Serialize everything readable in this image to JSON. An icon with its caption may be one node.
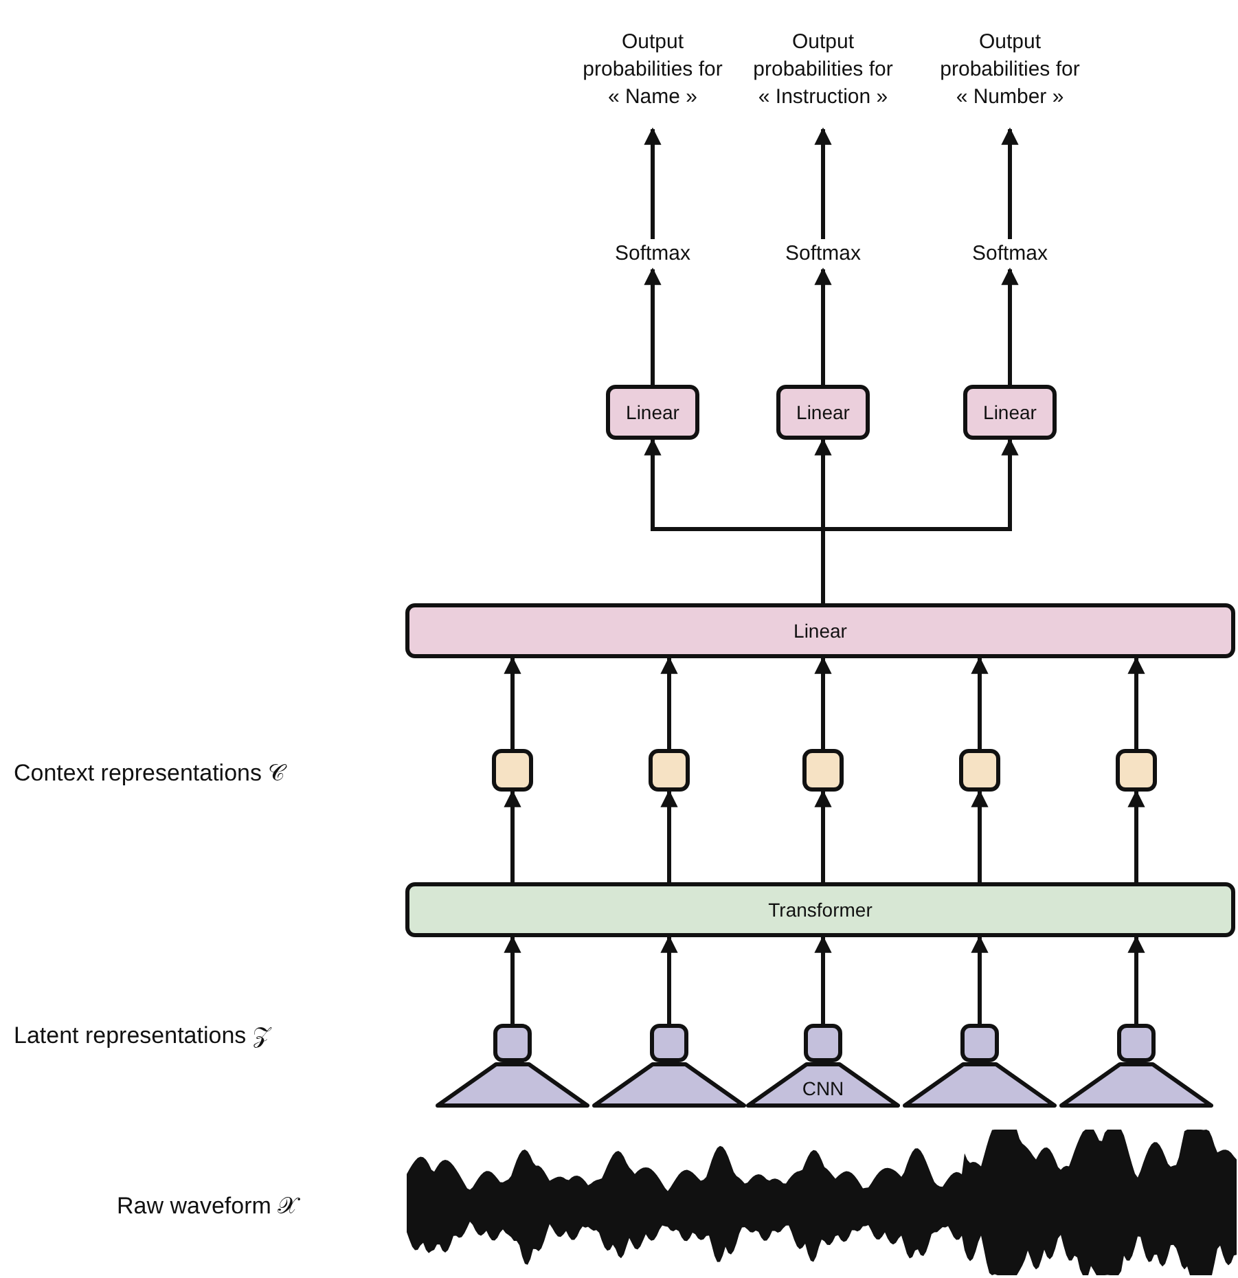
{
  "diagram": {
    "nodes": [
      {
        "text": [
          "Output probabilities for « Name »"
        ]
      },
      {
        "text": [
          "Output probabilities for « Instruction »"
        ]
      },
      {
        "text": [
          "Output probabilities for « Number »"
        ]
      },
      {
        "text": [
          "Softmax"
        ]
      },
      {
        "text": [
          "Softmax"
        ]
      },
      {
        "text": [
          "Softmax"
        ]
      },
      {
        "text": [
          "Linear"
        ]
      },
      {
        "text": [
          "Linear"
        ]
      },
      {
        "text": [
          "Linear"
        ]
      },
      {
        "text": [
          "Linear"
        ]
      },
      {
        "text": [],
        "shape": "box"
      },
      {
        "text": [],
        "shape": "box"
      },
      {
        "text": [],
        "shape": "box"
      },
      {
        "text": [],
        "shape": "box"
      },
      {
        "text": [],
        "shape": "box"
      },
      {
        "text": [
          "Transformer"
        ]
      },
      {
        "text": [],
        "shape": "box"
      },
      {
        "text": [],
        "shape": "box"
      },
      {
        "text": [],
        "shape": "box"
      },
      {
        "text": [],
        "shape": "box"
      },
      {
        "text": [],
        "shape": "box"
      },
      {
        "text": [],
        "shape": "triangle"
      },
      {
        "text": [],
        "shape": "triangle"
      },
      {
        "text": [
          "CNN"
        ]
      },
      {
        "text": [],
        "shape": "triangle"
      },
      {
        "text": [],
        "shape": "triangle"
      }
    ],
    "edges": [
      {
        "from": 3,
        "to": 0,
        "arrow": "to"
      },
      {
        "from": 4,
        "to": 1,
        "arrow": "to"
      },
      {
        "from": 5,
        "to": 2,
        "arrow": "to"
      },
      {
        "from": 6,
        "to": 3,
        "arrow": "to"
      },
      {
        "from": 7,
        "to": 4,
        "arrow": "to"
      },
      {
        "from": 8,
        "to": 5,
        "arrow": "to"
      },
      {
        "from": 9,
        "to": 6,
        "arrow": "to"
      },
      {
        "from": 9,
        "to": 7,
        "arrow": "to"
      },
      {
        "from": 9,
        "to": 8,
        "arrow": "to"
      },
      {
        "from": 10,
        "to": 9,
        "arrow": "to"
      },
      {
        "from": 11,
        "to": 9,
        "arrow": "to"
      },
      {
        "from": 12,
        "to": 9,
        "arrow": "to"
      },
      {
        "from": 13,
        "to": 9,
        "arrow": "to"
      },
      {
        "from": 14,
        "to": 9,
        "arrow": "to"
      },
      {
        "from": 15,
        "to": 10,
        "arrow": "to"
      },
      {
        "from": 15,
        "to": 11,
        "arrow": "to"
      },
      {
        "from": 15,
        "to": 12,
        "arrow": "to"
      },
      {
        "from": 15,
        "to": 13,
        "arrow": "to"
      },
      {
        "from": 15,
        "to": 14,
        "arrow": "to"
      },
      {
        "from": 16,
        "to": 15,
        "arrow": "to"
      },
      {
        "from": 17,
        "to": 15,
        "arrow": "to"
      },
      {
        "from": 18,
        "to": 15,
        "arrow": "to"
      },
      {
        "from": 19,
        "to": 15,
        "arrow": "to"
      },
      {
        "from": 20,
        "to": 15,
        "arrow": "to"
      }
    ],
    "labels": [
      "Context representations 𝒞",
      "Latent representations 𝒵",
      "Raw waveform 𝒳"
    ]
  }
}
